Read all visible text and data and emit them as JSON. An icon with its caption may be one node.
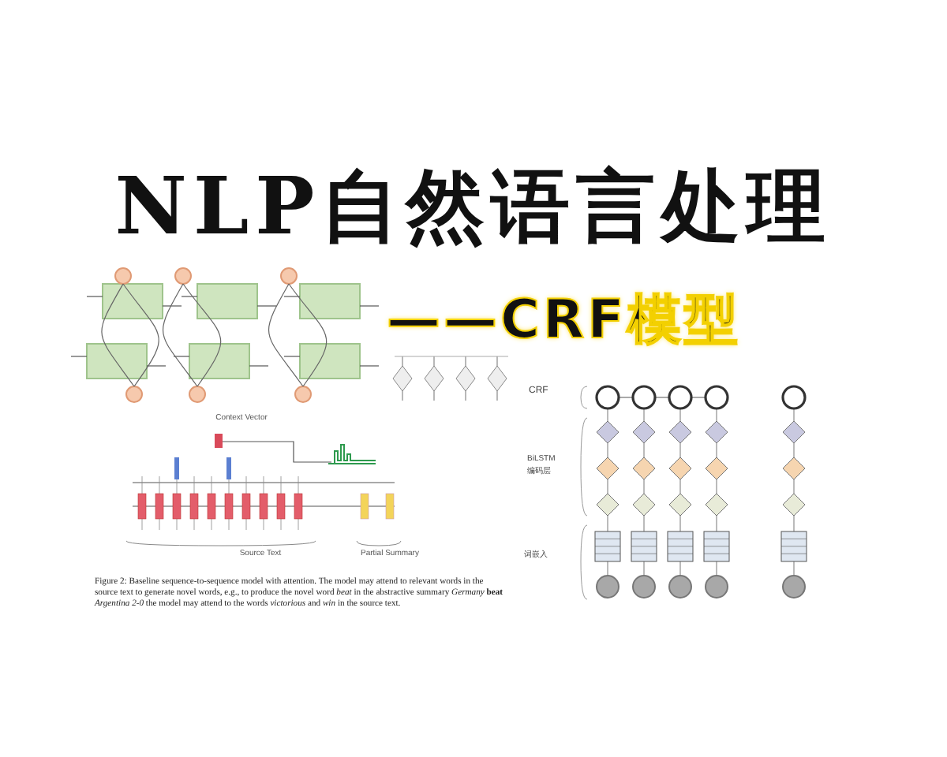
{
  "diagram": {
    "title": "NLP自然语言处理",
    "labels": [
      "——CRF模型",
      "Context Vector",
      "CRF",
      "BiLSTM",
      "编码层",
      "词嵌入",
      "Source Text",
      "Partial Summary",
      "Figure 2: Baseline sequence-to-sequence model with attention. The model may attend to relevant words in the source text to generate novel words, e.g., to produce the novel word *beat* in the abstractive summary *Germany* **beat** *Argentina 2-0* the model may attend to the words *victorious* and *win* in the source text."
    ]
  }
}
